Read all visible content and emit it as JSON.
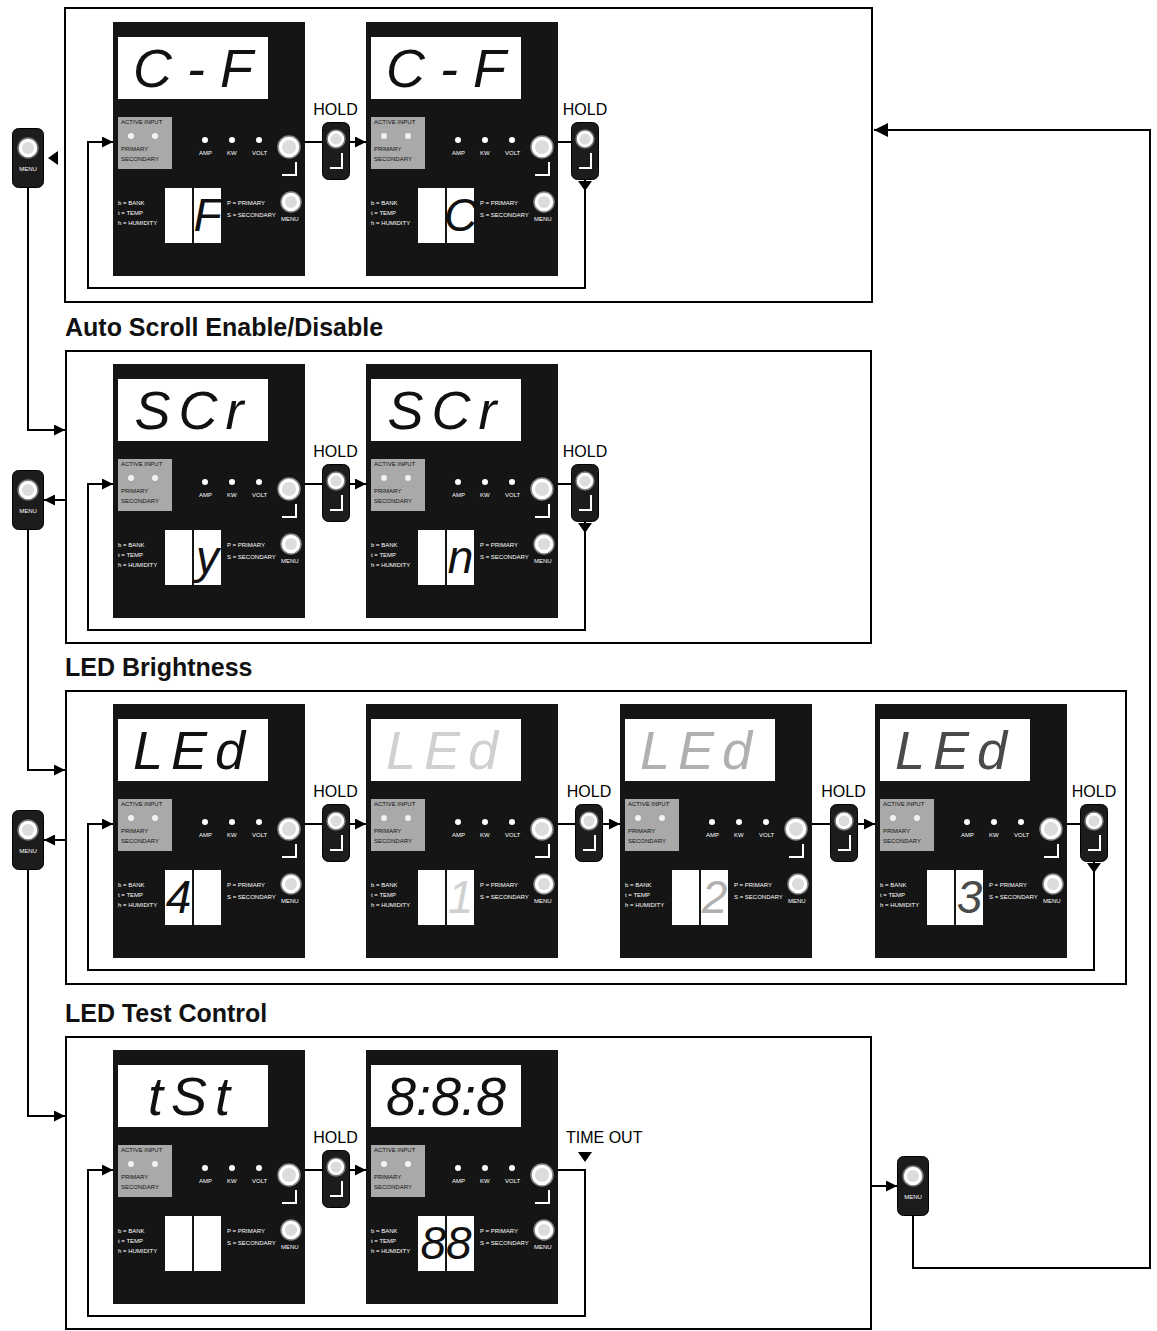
{
  "diagram": {
    "nodes": [
      {
        "text": [
          "C - F",
          "F",
          "ACTIVE INPUT",
          "PRIMARY",
          "SECONDARY",
          "AMP",
          "KW",
          "VOLT",
          "b = BANK",
          "t = TEMP",
          "h = HUMIDITY",
          "P = PRIMARY",
          "S = SECONDARY",
          "MENU"
        ]
      },
      {
        "text": [
          "C - F",
          "C",
          "ACTIVE INPUT",
          "PRIMARY",
          "SECONDARY",
          "AMP",
          "KW",
          "VOLT",
          "b = BANK",
          "t = TEMP",
          "h = HUMIDITY",
          "P = PRIMARY",
          "S = SECONDARY",
          "MENU"
        ]
      },
      {
        "text": [
          "MENU"
        ]
      },
      {
        "text": [
          "Auto Scroll Enable/Disable"
        ]
      },
      {
        "text": [
          "SCr",
          "y",
          "ACTIVE INPUT",
          "PRIMARY",
          "SECONDARY",
          "AMP",
          "KW",
          "VOLT",
          "b = BANK",
          "t = TEMP",
          "h = HUMIDITY",
          "P = PRIMARY",
          "S = SECONDARY",
          "MENU"
        ],
        "in": 3
      },
      {
        "text": [
          "SCr",
          "n",
          "ACTIVE INPUT",
          "PRIMARY",
          "SECONDARY",
          "AMP",
          "KW",
          "VOLT",
          "b = BANK",
          "t = TEMP",
          "h = HUMIDITY",
          "P = PRIMARY",
          "S = SECONDARY",
          "MENU"
        ],
        "in": 3
      },
      {
        "text": [
          "MENU"
        ]
      },
      {
        "text": [
          "LED Brightness"
        ]
      },
      {
        "text": [
          "LEd",
          "4",
          "ACTIVE INPUT",
          "PRIMARY",
          "SECONDARY",
          "AMP",
          "KW",
          "VOLT",
          "b = BANK",
          "t = TEMP",
          "h = HUMIDITY",
          "P = PRIMARY",
          "S = SECONDARY",
          "MENU"
        ],
        "in": 7
      },
      {
        "text": [
          "LEd",
          "1",
          "ACTIVE INPUT",
          "PRIMARY",
          "SECONDARY",
          "AMP",
          "KW",
          "VOLT",
          "b = BANK",
          "t = TEMP",
          "h = HUMIDITY",
          "P = PRIMARY",
          "S = SECONDARY",
          "MENU"
        ],
        "in": 7
      },
      {
        "text": [
          "LEd",
          "2",
          "ACTIVE INPUT",
          "PRIMARY",
          "SECONDARY",
          "AMP",
          "KW",
          "VOLT",
          "b = BANK",
          "t = TEMP",
          "h = HUMIDITY",
          "P = PRIMARY",
          "S = SECONDARY",
          "MENU"
        ],
        "in": 7
      },
      {
        "text": [
          "LEd",
          "3",
          "ACTIVE INPUT",
          "PRIMARY",
          "SECONDARY",
          "AMP",
          "KW",
          "VOLT",
          "b = BANK",
          "t = TEMP",
          "h = HUMIDITY",
          "P = PRIMARY",
          "S = SECONDARY",
          "MENU"
        ],
        "in": 7
      },
      {
        "text": [
          "MENU"
        ]
      },
      {
        "text": [
          "LED Test Control"
        ]
      },
      {
        "text": [
          "tSt",
          "ACTIVE INPUT",
          "PRIMARY",
          "SECONDARY",
          "AMP",
          "KW",
          "VOLT",
          "b = BANK",
          "t = TEMP",
          "h = HUMIDITY",
          "P = PRIMARY",
          "S = SECONDARY",
          "MENU"
        ],
        "in": 13
      },
      {
        "text": [
          "8:8:8",
          "88",
          "ACTIVE INPUT",
          "PRIMARY",
          "SECONDARY",
          "AMP",
          "KW",
          "VOLT",
          "b = BANK",
          "t = TEMP",
          "h = HUMIDITY",
          "P = PRIMARY",
          "S = SECONDARY",
          "MENU"
        ],
        "in": 13
      },
      {
        "text": [
          "MENU"
        ]
      }
    ],
    "edges": [
      {
        "from": 0,
        "to": 1,
        "label": "HOLD",
        "arrow": "to"
      },
      {
        "from": 1,
        "to": 0,
        "label": "HOLD",
        "arrow": "to"
      },
      {
        "from": 2,
        "to": 3,
        "arrow": "to"
      },
      {
        "from": 3,
        "to": 6,
        "arrow": "to"
      },
      {
        "from": 4,
        "to": 5,
        "label": "HOLD",
        "arrow": "to"
      },
      {
        "from": 5,
        "to": 4,
        "label": "HOLD",
        "arrow": "to"
      },
      {
        "from": 6,
        "to": 7,
        "arrow": "to"
      },
      {
        "from": 7,
        "to": 12,
        "arrow": "to"
      },
      {
        "from": 8,
        "to": 9,
        "label": "HOLD",
        "arrow": "to"
      },
      {
        "from": 9,
        "to": 10,
        "label": "HOLD",
        "arrow": "to"
      },
      {
        "from": 10,
        "to": 11,
        "label": "HOLD",
        "arrow": "to"
      },
      {
        "from": 11,
        "to": 8,
        "label": "HOLD",
        "arrow": "to"
      },
      {
        "from": 12,
        "to": 13,
        "arrow": "to"
      },
      {
        "from": 13,
        "to": 16,
        "arrow": "to"
      },
      {
        "from": 14,
        "to": 15,
        "label": "HOLD",
        "arrow": "to"
      },
      {
        "from": 15,
        "to": 14,
        "label": "TIME OUT",
        "arrow": "to"
      }
    ]
  }
}
